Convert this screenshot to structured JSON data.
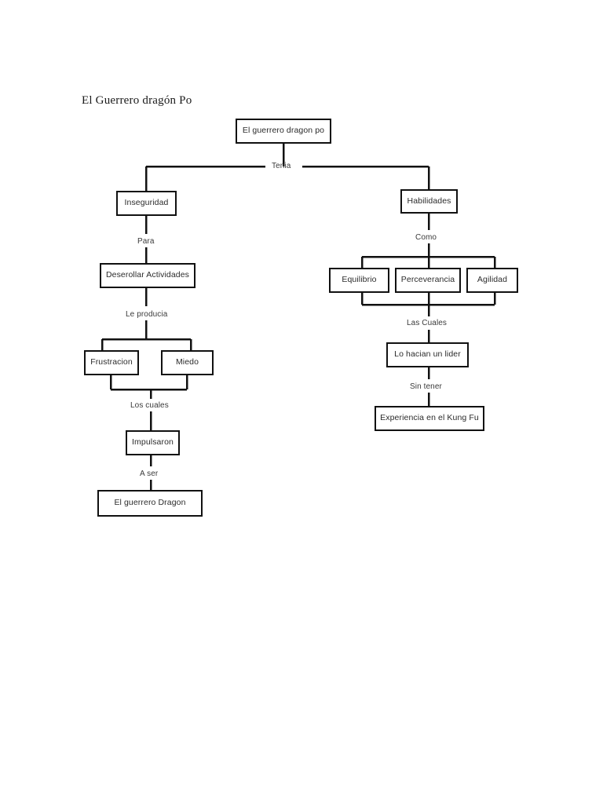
{
  "document": {
    "title": "El Guerrero dragón Po",
    "background_color": "#ffffff",
    "ink_color": "#111111",
    "text_color": "#2b2b2b"
  },
  "diagram": {
    "type": "concept-map",
    "root": {
      "label": "El guerrero dragon po"
    },
    "connector_labels": {
      "tenia": "Tenia",
      "para": "Para",
      "le_producia": "Le producia",
      "los_cuales": "Los cuales",
      "a_ser": "A ser",
      "como": "Como",
      "las_cuales": "Las Cuales",
      "sin_tener": "Sin tener"
    },
    "nodes": [
      {
        "id": "root",
        "label": "El guerrero dragon po"
      },
      {
        "id": "inseguridad",
        "label": "Inseguridad"
      },
      {
        "id": "habilidades",
        "label": "Habilidades"
      },
      {
        "id": "deserollar",
        "label": "Deserollar Actividades"
      },
      {
        "id": "frustracion",
        "label": "Frustracion"
      },
      {
        "id": "miedo",
        "label": "Miedo"
      },
      {
        "id": "impulsaron",
        "label": "Impulsaron"
      },
      {
        "id": "guerrero-dragon",
        "label": "El guerrero Dragon"
      },
      {
        "id": "equilibrio",
        "label": "Equilibrio"
      },
      {
        "id": "perceverancia",
        "label": "Perceverancia"
      },
      {
        "id": "agilidad",
        "label": "Agilidad"
      },
      {
        "id": "lider",
        "label": "Lo hacian un lider"
      },
      {
        "id": "kungfu",
        "label": "Experiencia en el Kung Fu"
      }
    ],
    "edges": [
      {
        "from": "root",
        "to": "inseguridad",
        "label": "Tenia"
      },
      {
        "from": "root",
        "to": "habilidades",
        "label": "Tenia"
      },
      {
        "from": "inseguridad",
        "to": "deserollar",
        "label": "Para"
      },
      {
        "from": "deserollar",
        "to": "frustracion",
        "label": "Le producia"
      },
      {
        "from": "deserollar",
        "to": "miedo",
        "label": "Le producia"
      },
      {
        "from": "frustracion",
        "to": "impulsaron",
        "label": "Los cuales"
      },
      {
        "from": "miedo",
        "to": "impulsaron",
        "label": "Los cuales"
      },
      {
        "from": "impulsaron",
        "to": "guerrero-dragon",
        "label": "A ser"
      },
      {
        "from": "habilidades",
        "to": "equilibrio",
        "label": "Como"
      },
      {
        "from": "habilidades",
        "to": "perceverancia",
        "label": "Como"
      },
      {
        "from": "habilidades",
        "to": "agilidad",
        "label": "Como"
      },
      {
        "from": "equilibrio",
        "to": "lider",
        "label": "Las Cuales"
      },
      {
        "from": "perceverancia",
        "to": "lider",
        "label": "Las Cuales"
      },
      {
        "from": "agilidad",
        "to": "lider",
        "label": "Las Cuales"
      },
      {
        "from": "lider",
        "to": "kungfu",
        "label": "Sin tener"
      }
    ]
  }
}
